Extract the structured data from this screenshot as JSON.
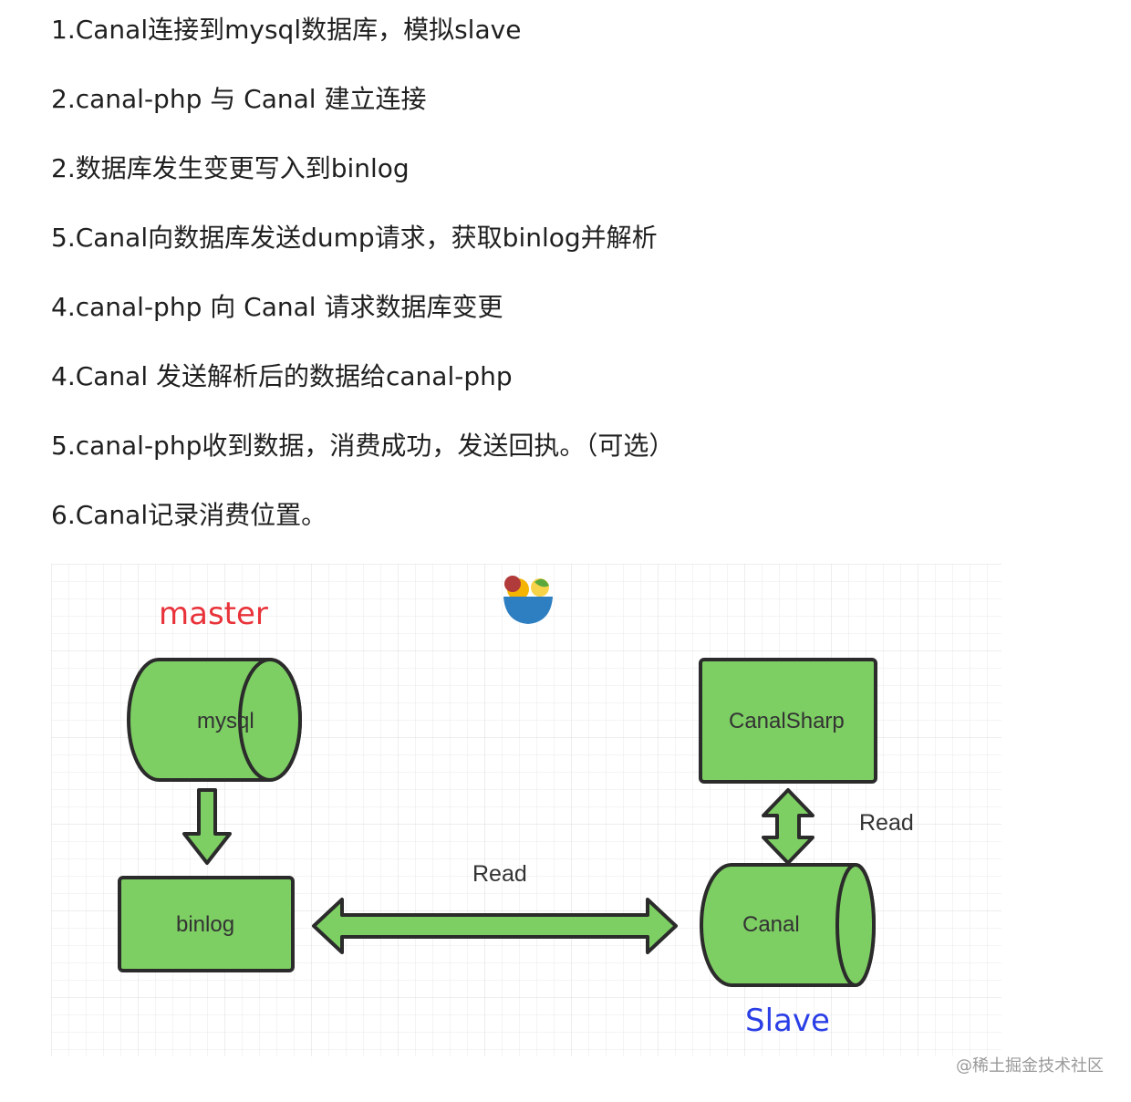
{
  "steps": [
    "1.Canal连接到mysql数据库，模拟slave",
    "2.canal-php 与 Canal 建立连接",
    "2.数据库发生变更写入到binlog",
    "5.Canal向数据库发送dump请求，获取binlog并解析",
    "4.canal-php 向 Canal 请求数据库变更",
    "4.Canal 发送解析后的数据给canal-php",
    "5.canal-php收到数据，消费成功，发送回执。（可选）",
    "6.Canal记录消费位置。"
  ],
  "diagram": {
    "master_label": "master",
    "slave_label": "Slave",
    "mysql_label": "mysql",
    "binlog_label": "binlog",
    "canalsharp_label": "CanalSharp",
    "canal_label": "Canal",
    "read_label_horizontal": "Read",
    "read_label_vertical": "Read",
    "bowl_icon": "salad-bowl-icon"
  },
  "watermark": "@稀土掘金技术社区",
  "colors": {
    "shape_fill": "#7dce63",
    "shape_stroke": "#2b2b2b",
    "master_red": "#e8333a",
    "slave_blue": "#2a3ee6",
    "grid": "#e6e6e6"
  }
}
